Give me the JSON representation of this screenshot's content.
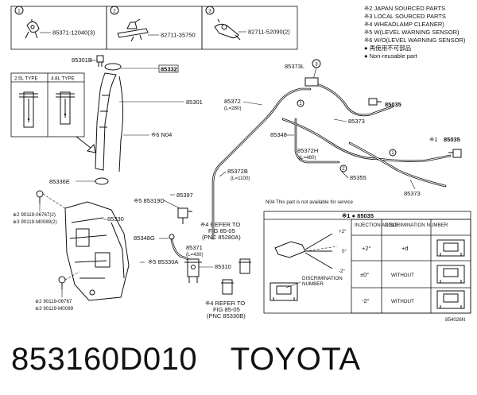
{
  "top_parts": [
    {
      "num": "1",
      "part": "85371-12040(3)"
    },
    {
      "num": "2",
      "part": "82711-35750"
    },
    {
      "num": "3",
      "part": "82711-52090(2)"
    }
  ],
  "notes": [
    "※2 JAPAN SOURCED PARTS",
    "※3 LOCAL SOURCED PARTS",
    "※4 WHEADLAMP CLEANER)",
    "※5 W(LEVEL WARNING SENSOR)",
    "※6 W/O(LEVEL WARNING SENSOR)",
    "● 再使用不可部品",
    "● Non-reusable part"
  ],
  "type_box": {
    "left": "2.5L TYPE",
    "right": "4.8L TYPE"
  },
  "labels": {
    "p85301B": "85301B",
    "p85332": "85332",
    "p85301": "85301",
    "n04a": "※6 N04",
    "p85336E": "85336E",
    "p85373L": "85373L",
    "c3_right": "3",
    "p85372": "85372",
    "p85372_len": "(L=280)",
    "p85035_a": "85035",
    "p85373_a": "85373",
    "p85348": "85348",
    "p85372H": "85372H",
    "p85372H_len": "(L=480)",
    "p85035_b": "85035",
    "p85035_b_pre": "※1",
    "p85355": "85355",
    "p85372B": "85372B",
    "p85372B_len": "(L=1100)",
    "p85373_b": "85373",
    "n04_note": "N04  This part is not available for service",
    "bolt_a1": "※2 90119-06767(2)",
    "bolt_a2": "※3 90119-M0089(2)",
    "p85330": "85330",
    "p85319D": "※5 85319D",
    "p85397": "85397",
    "p85348G": "85348G",
    "p85371": "85371",
    "p85371_len": "(L=430)",
    "ref_a1": "※4 REFER TO",
    "ref_a2": "FIG 85-05",
    "ref_a3": "(PNC 85280A)",
    "p85330A": "※5 85330A",
    "p85310": "85310",
    "bolt_b1": "※2 90119-06767",
    "bolt_b2": "※3 90119-M0089",
    "ref_b1": "※4 REFER TO",
    "ref_b2": "FIG 85-05",
    "ref_b3": "(PNC 85330B)",
    "c1_label": "1",
    "c1b_label": "1",
    "circle_2": "2",
    "fig_code": "854026N"
  },
  "nozzle_table": {
    "title": "※1 ● 85035",
    "headers": [
      "INJECTION ANGLE",
      "DISCRIMINATION NUMBER"
    ],
    "rows": [
      {
        "angle": "+2°",
        "disc": "+d"
      },
      {
        "angle": "±0°",
        "disc": "WITHOUT"
      },
      {
        "angle": "-2°",
        "disc": "WITHOUT"
      }
    ],
    "angle_marks": [
      "+2°",
      "0°",
      "-2°"
    ],
    "disc_label": [
      "DISCRIMINATION",
      "NUMBER"
    ]
  },
  "caption": {
    "part_number": "853160D010",
    "brand": "TOYOTA"
  }
}
